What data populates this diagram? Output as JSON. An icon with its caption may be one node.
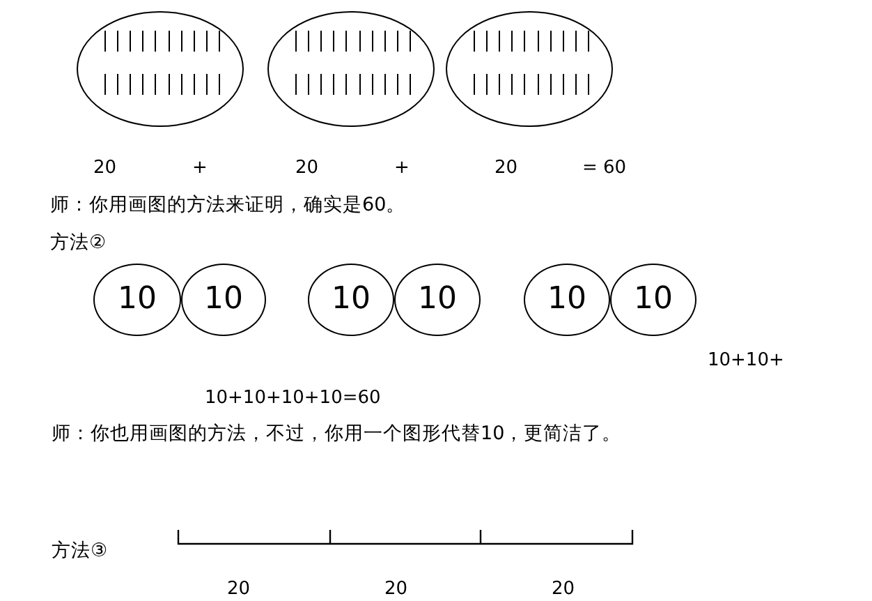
{
  "diagram": {
    "nodes": [
      {
        "text": [],
        "shape": "ellipse"
      },
      {
        "text": [],
        "shape": "ellipse"
      },
      {
        "text": [],
        "shape": "ellipse"
      },
      {
        "text": [
          "10"
        ]
      },
      {
        "text": [
          "10"
        ]
      },
      {
        "text": [
          "10"
        ]
      },
      {
        "text": [
          "10"
        ]
      },
      {
        "text": [
          "10"
        ]
      },
      {
        "text": [
          "10"
        ]
      }
    ],
    "edges": [],
    "labels": [
      "20",
      "+",
      "20",
      "+",
      "20",
      "= 60",
      "师：你用画图的方法来证明，确实是60。",
      "方法②",
      "10+10+",
      "10+10+10+10=60",
      "师：你也用画图的方法，不过，你用一个图形代替10，更简洁了。",
      "方法③",
      "20",
      "20",
      "20"
    ]
  }
}
